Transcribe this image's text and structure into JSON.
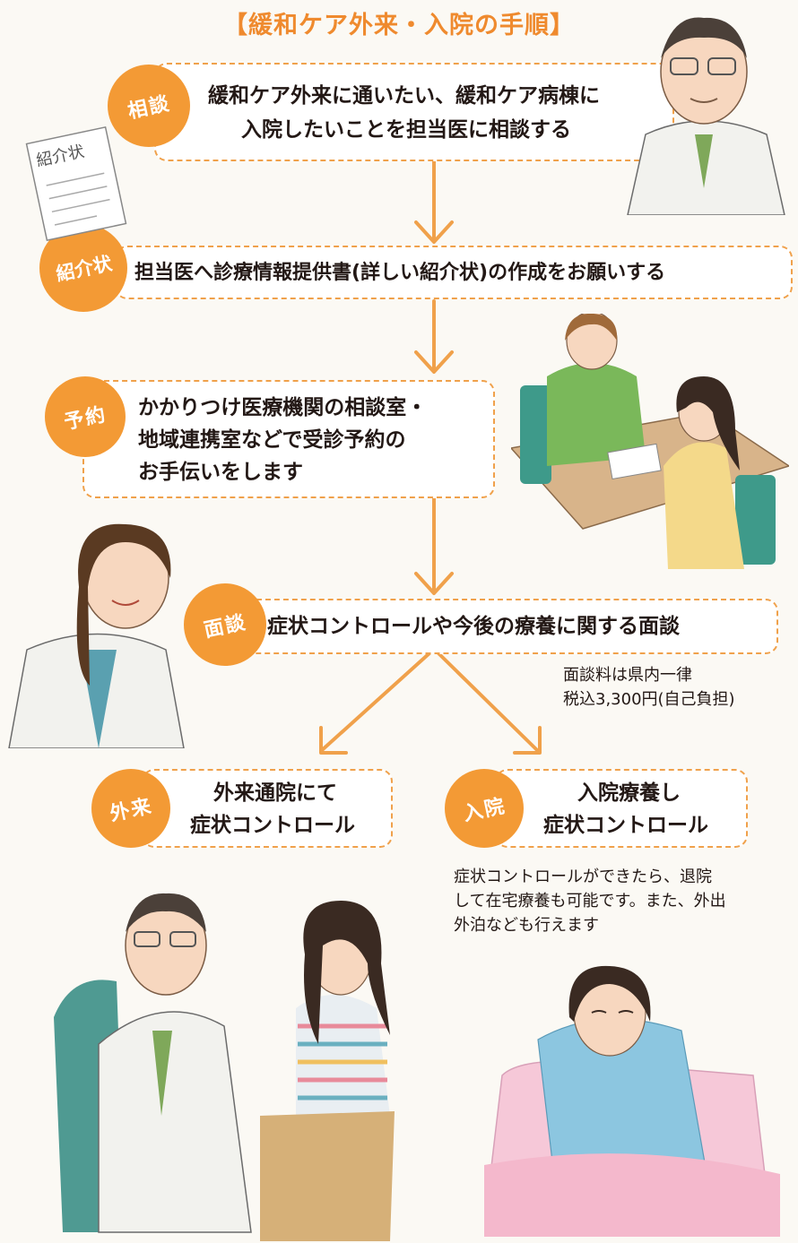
{
  "title": "【緩和ケア外来・入院の手順】",
  "steps": [
    {
      "badge": "相談",
      "lines": [
        "緩和ケア外来に通いたい、緩和ケア病棟に",
        "入院したいことを担当医に相談する"
      ]
    },
    {
      "badge": "紹介状",
      "lines": [
        "担当医へ診療情報提供書(詳しい紹介状)の作成をお願いする"
      ]
    },
    {
      "badge": "予約",
      "lines": [
        "かかりつけ医療機関の相談室・",
        "地域連携室などで受診予約の",
        "お手伝いをします"
      ]
    },
    {
      "badge": "面談",
      "lines": [
        "症状コントロールや今後の療養に関する面談"
      ]
    }
  ],
  "fee_note": [
    "面談料は県内一律",
    "税込3,300円(自己負担)"
  ],
  "branches": {
    "outpatient": {
      "badge": "外来",
      "lines": [
        "外来通院にて",
        "症状コントロール"
      ]
    },
    "inpatient": {
      "badge": "入院",
      "lines": [
        "入院療養し",
        "症状コントロール"
      ]
    }
  },
  "inpatient_note": [
    "症状コントロールができたら、退院",
    "して在宅療養も可能です。また、外出",
    "外泊なども行えます"
  ],
  "paper_label": "紹介状",
  "colors": {
    "accent": "#f39a35",
    "title": "#ef8a2e",
    "arrow": "#f0a14b",
    "border": "#f0a14b",
    "background": "#fbf9f4"
  },
  "icons": [
    "doctor-male-illustration",
    "referral-letter-illustration",
    "consultation-illustration",
    "doctor-female-illustration",
    "outpatient-illustration",
    "inpatient-bed-illustration"
  ]
}
